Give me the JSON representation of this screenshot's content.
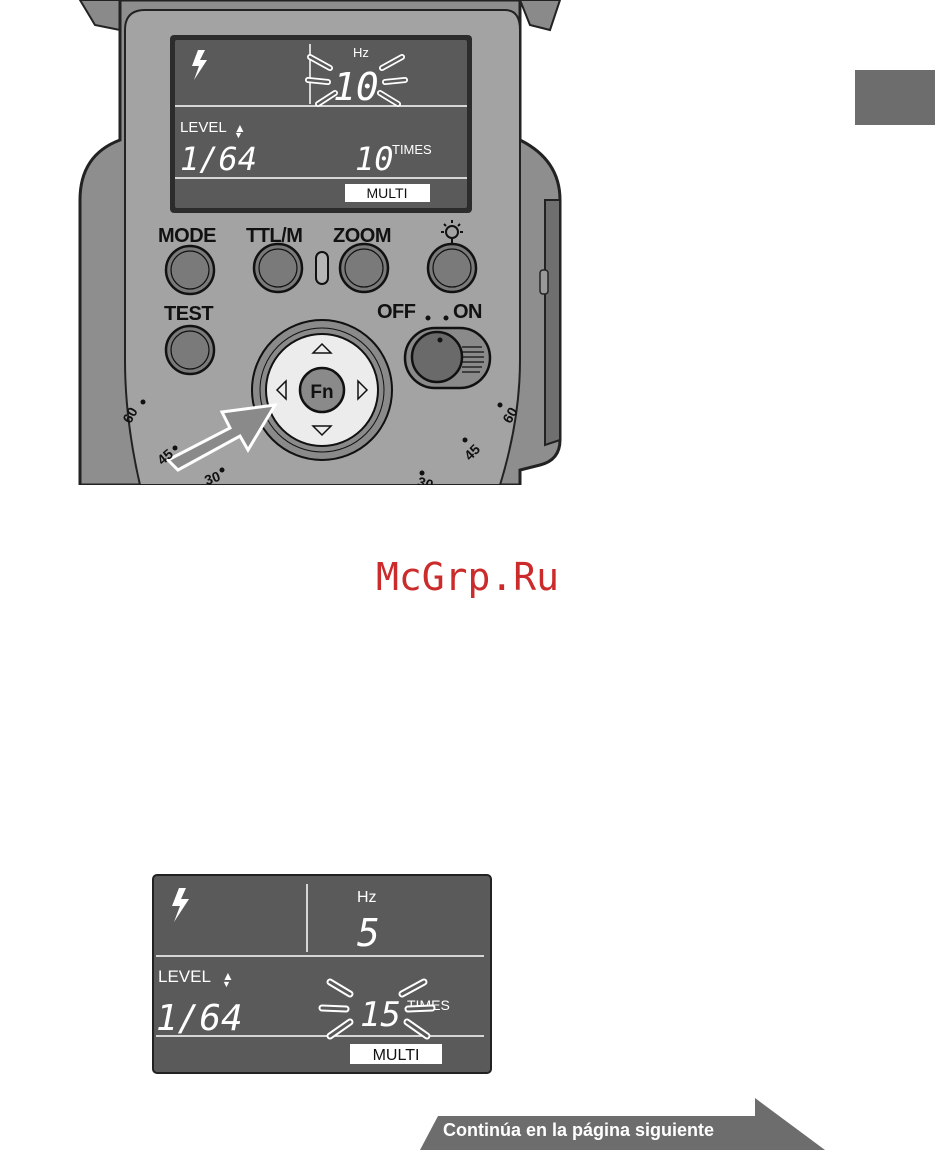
{
  "flash_unit": {
    "lcd": {
      "hz_label": "Hz",
      "hz_value": "10",
      "level_label": "LEVEL",
      "level_value": "1/64",
      "times_value": "10",
      "times_label": "TIMES",
      "mode_label": "MULTI"
    },
    "buttons": {
      "mode": "MODE",
      "ttl_m": "TTL/M",
      "zoom": "ZOOM",
      "test": "TEST",
      "fn": "Fn"
    },
    "power_switch": {
      "off": "OFF",
      "on": "ON"
    },
    "dial_marks": [
      "60",
      "45",
      "30",
      "30",
      "45",
      "60"
    ]
  },
  "lcd_example": {
    "hz_label": "Hz",
    "hz_value": "5",
    "level_label": "LEVEL",
    "level_value": "1/64",
    "times_value": "15",
    "times_label": "TIMES",
    "mode_label": "MULTI"
  },
  "watermark": "McGrp.Ru",
  "continue_banner": {
    "text": "Continúa en la página siguiente"
  },
  "colors": {
    "tab": "#6d6d6d",
    "lcd_bg": "#5a5a5a",
    "body": "#8c8c8c",
    "watermark": "#cc2b2b",
    "banner": "#6d6d6d"
  }
}
